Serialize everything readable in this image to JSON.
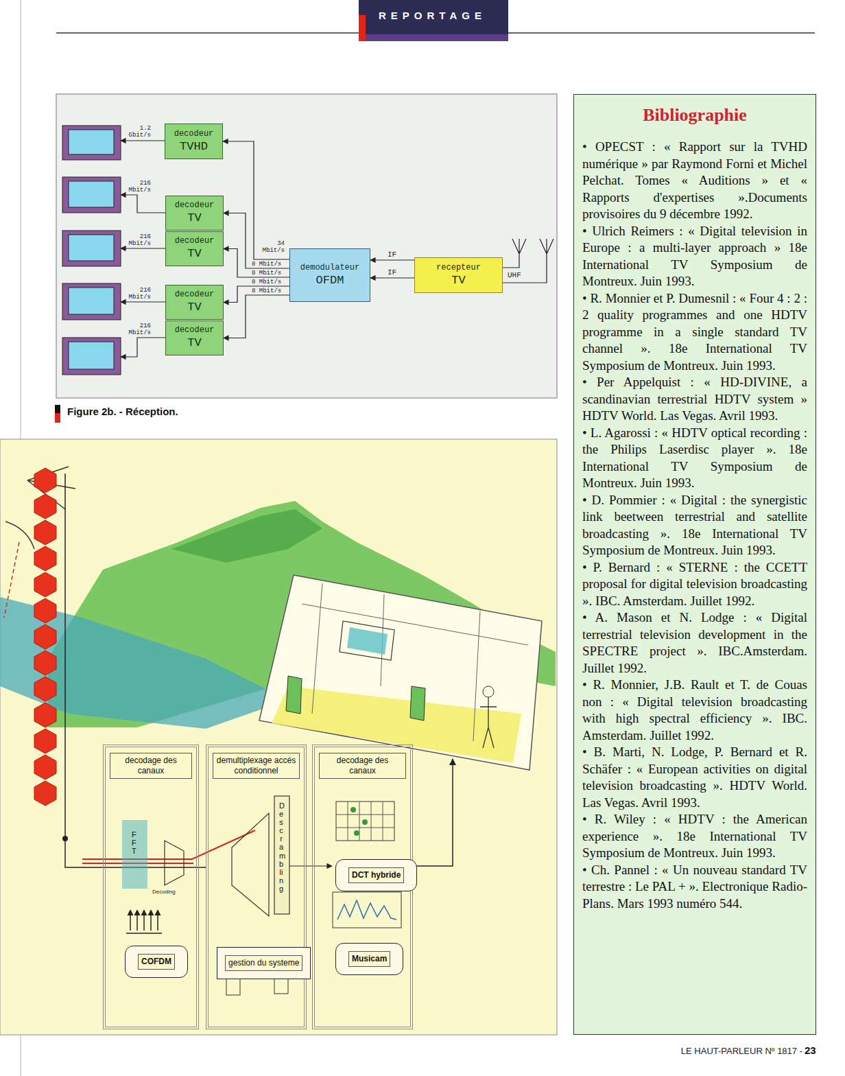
{
  "diagram": {
    "caption": "Figure 2b. - Réception.",
    "nodes": [
      {
        "text": [
          "decodeur",
          "TVHD"
        ]
      },
      {
        "text": [
          "decodeur",
          "TV"
        ]
      },
      {
        "text": [
          "decodeur",
          "TV"
        ]
      },
      {
        "text": [
          "decodeur",
          "TV"
        ]
      },
      {
        "text": [
          "decodeur",
          "TV"
        ]
      },
      {
        "text": [
          "demodulateur",
          "OFDM"
        ]
      },
      {
        "text": [
          "recepteur",
          "TV"
        ]
      },
      {
        "text": [
          "Bibliographie",
          "• OPECST : « Rapport sur la TVHD numérique » par Raymond Forni et Michel Pelchat. Tomes « Auditions » et « Rapports d'expertises ».Documents provisoires du 9 décembre 1992.",
          "• Ulrich Reimers : « Digital television in Europe : a multi-layer approach » 18e International TV Symposium de Montreux. Juin 1993.",
          "• R. Monnier et P. Dumesnil : « Four 4 : 2 : 2 quality programmes and one HDTV programme in a single standard TV channel ». 18e International TV Symposium de Montreux. Juin 1993.",
          "• Per Appelquist : « HD-DIVINE, a scandinavian terrestrial HDTV system » HDTV World. Las Vegas. Avril 1993.",
          "• L. Agarossi : « HDTV optical recording : the Philips Laserdisc player ». 18e International TV Symposium de Montreux. Juin 1993.",
          "• D. Pommier : « Digital : the synergistic link beetween terrestrial and satellite broadcasting ». 18e International TV Symposium de Montreux. Juin 1993.",
          "• P. Bernard : « STERNE : the CCETT proposal for digital television broadcasting ». IBC. Amsterdam. Juillet 1992.",
          "• A. Mason et N. Lodge : « Digital terrestrial television development in the SPECTRE project ». IBC.Amsterdam. Juillet 1992.",
          "• R. Monnier, J.B. Rault et T. de Couas non : « Digital television broadcasting with high spectral efficiency ». IBC. Amsterdam. Juillet 1992.",
          "• B. Marti, N. Lodge, P. Bernard et R. Schäfer : « European activities on digital television broadcasting ». HDTV World. Las Vegas. Avril 1993.",
          "• R. Wiley : « HDTV : the American experience ». 18e International TV Symposium de Montreux. Juin 1993.",
          "• Ch. Pannel : « Un nouveau standard TV terrestre : Le PAL + ». Electronique Radio-Plans. Mars 1993 numéro 544."
        ]
      },
      {
        "text": [
          "decodage des canaux"
        ]
      },
      {
        "text": [
          "COFDM"
        ],
        "in": 8
      },
      {
        "text": [
          "demultiplexage accés conditionnel"
        ]
      },
      {
        "text": [
          "gestion du systeme"
        ],
        "in": 10
      },
      {
        "text": [
          "decodage des canaux"
        ]
      },
      {
        "text": [
          "DCT hybride"
        ],
        "in": 12
      },
      {
        "text": [
          "Musicam"
        ],
        "in": 12
      }
    ],
    "edges": [
      {
        "from": 5,
        "to": 0,
        "arrow": "to",
        "label": "34 Mbit/s"
      },
      {
        "from": 5,
        "to": 1,
        "arrow": "to",
        "label": "8 Mbit/s"
      },
      {
        "from": 5,
        "to": 2,
        "arrow": "to",
        "label": "8 Mbit/s"
      },
      {
        "from": 5,
        "to": 3,
        "arrow": "to",
        "label": "8 Mbit/s"
      },
      {
        "from": 5,
        "to": 4,
        "arrow": "to",
        "label": "8 Mbit/s"
      },
      {
        "from": 6,
        "to": 5,
        "arrow": "to",
        "label": "IF"
      },
      {
        "from": 6,
        "to": 5,
        "arrow": "to",
        "label": "IF"
      }
    ],
    "labels": [
      "REPORTAGE",
      "1.2 Gbit/s",
      "216 Mbit/s",
      "216 Mbit/s",
      "216 Mbit/s",
      "216 Mbit/s",
      "UHF",
      "FFT",
      "Decoding",
      "Descrambling",
      "LE HAUT-PARLEUR Nº 1817 -",
      "23"
    ]
  }
}
